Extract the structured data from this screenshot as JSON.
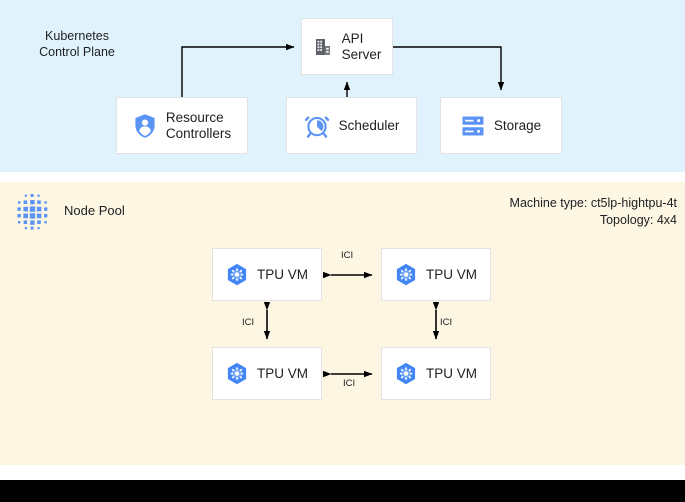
{
  "sections": {
    "control_plane": {
      "label": "Kubernetes\nControl Plane",
      "bg_color": "#e0f3fc"
    },
    "node_pool": {
      "label": "Node Pool",
      "bg_color": "#fcf6e3",
      "icon": "node-pool-dot-grid-icon",
      "machine_type": "Machine type: ct5lp-hightpu-4t",
      "topology": "Topology: 4x4"
    },
    "bottom_bar": {
      "color": "#000000"
    }
  },
  "control_plane_nodes": [
    {
      "id": "api-server",
      "label": "API\nServer",
      "icon": "server-building-icon"
    },
    {
      "id": "resource",
      "label": "Resource\nControllers",
      "icon": "shield-person-icon"
    },
    {
      "id": "scheduler",
      "label": "Scheduler",
      "icon": "alarm-clock-icon"
    },
    {
      "id": "storage",
      "label": "Storage",
      "icon": "database-rack-icon"
    }
  ],
  "tpu_nodes": [
    {
      "id": "tpu-vm-1",
      "label": "TPU VM",
      "icon": "hexagon-gear-icon"
    },
    {
      "id": "tpu-vm-2",
      "label": "TPU VM",
      "icon": "hexagon-gear-icon"
    },
    {
      "id": "tpu-vm-3",
      "label": "TPU VM",
      "icon": "hexagon-gear-icon"
    },
    {
      "id": "tpu-vm-4",
      "label": "TPU VM",
      "icon": "hexagon-gear-icon"
    }
  ],
  "ici_links": [
    {
      "id": "ici-top",
      "label": "ICI",
      "from": "tpu-vm-1",
      "to": "tpu-vm-2",
      "bidirectional": true
    },
    {
      "id": "ici-bottom",
      "label": "ICI",
      "from": "tpu-vm-3",
      "to": "tpu-vm-4",
      "bidirectional": true
    },
    {
      "id": "ici-left",
      "label": "ICI",
      "from": "tpu-vm-1",
      "to": "tpu-vm-3",
      "bidirectional": true
    },
    {
      "id": "ici-right",
      "label": "ICI",
      "from": "tpu-vm-2",
      "to": "tpu-vm-4",
      "bidirectional": true
    }
  ],
  "control_plane_edges": [
    {
      "from": "resource",
      "to": "api-server",
      "bidirectional": false
    },
    {
      "from": "scheduler",
      "to": "api-server",
      "bidirectional": false
    },
    {
      "from": "api-server",
      "to": "storage",
      "bidirectional": false
    }
  ],
  "colors": {
    "accent_blue": "#5b94f5",
    "icon_gray": "#5f6368",
    "box_border": "#e3e3e3",
    "line": "#000000",
    "text": "#202124"
  }
}
